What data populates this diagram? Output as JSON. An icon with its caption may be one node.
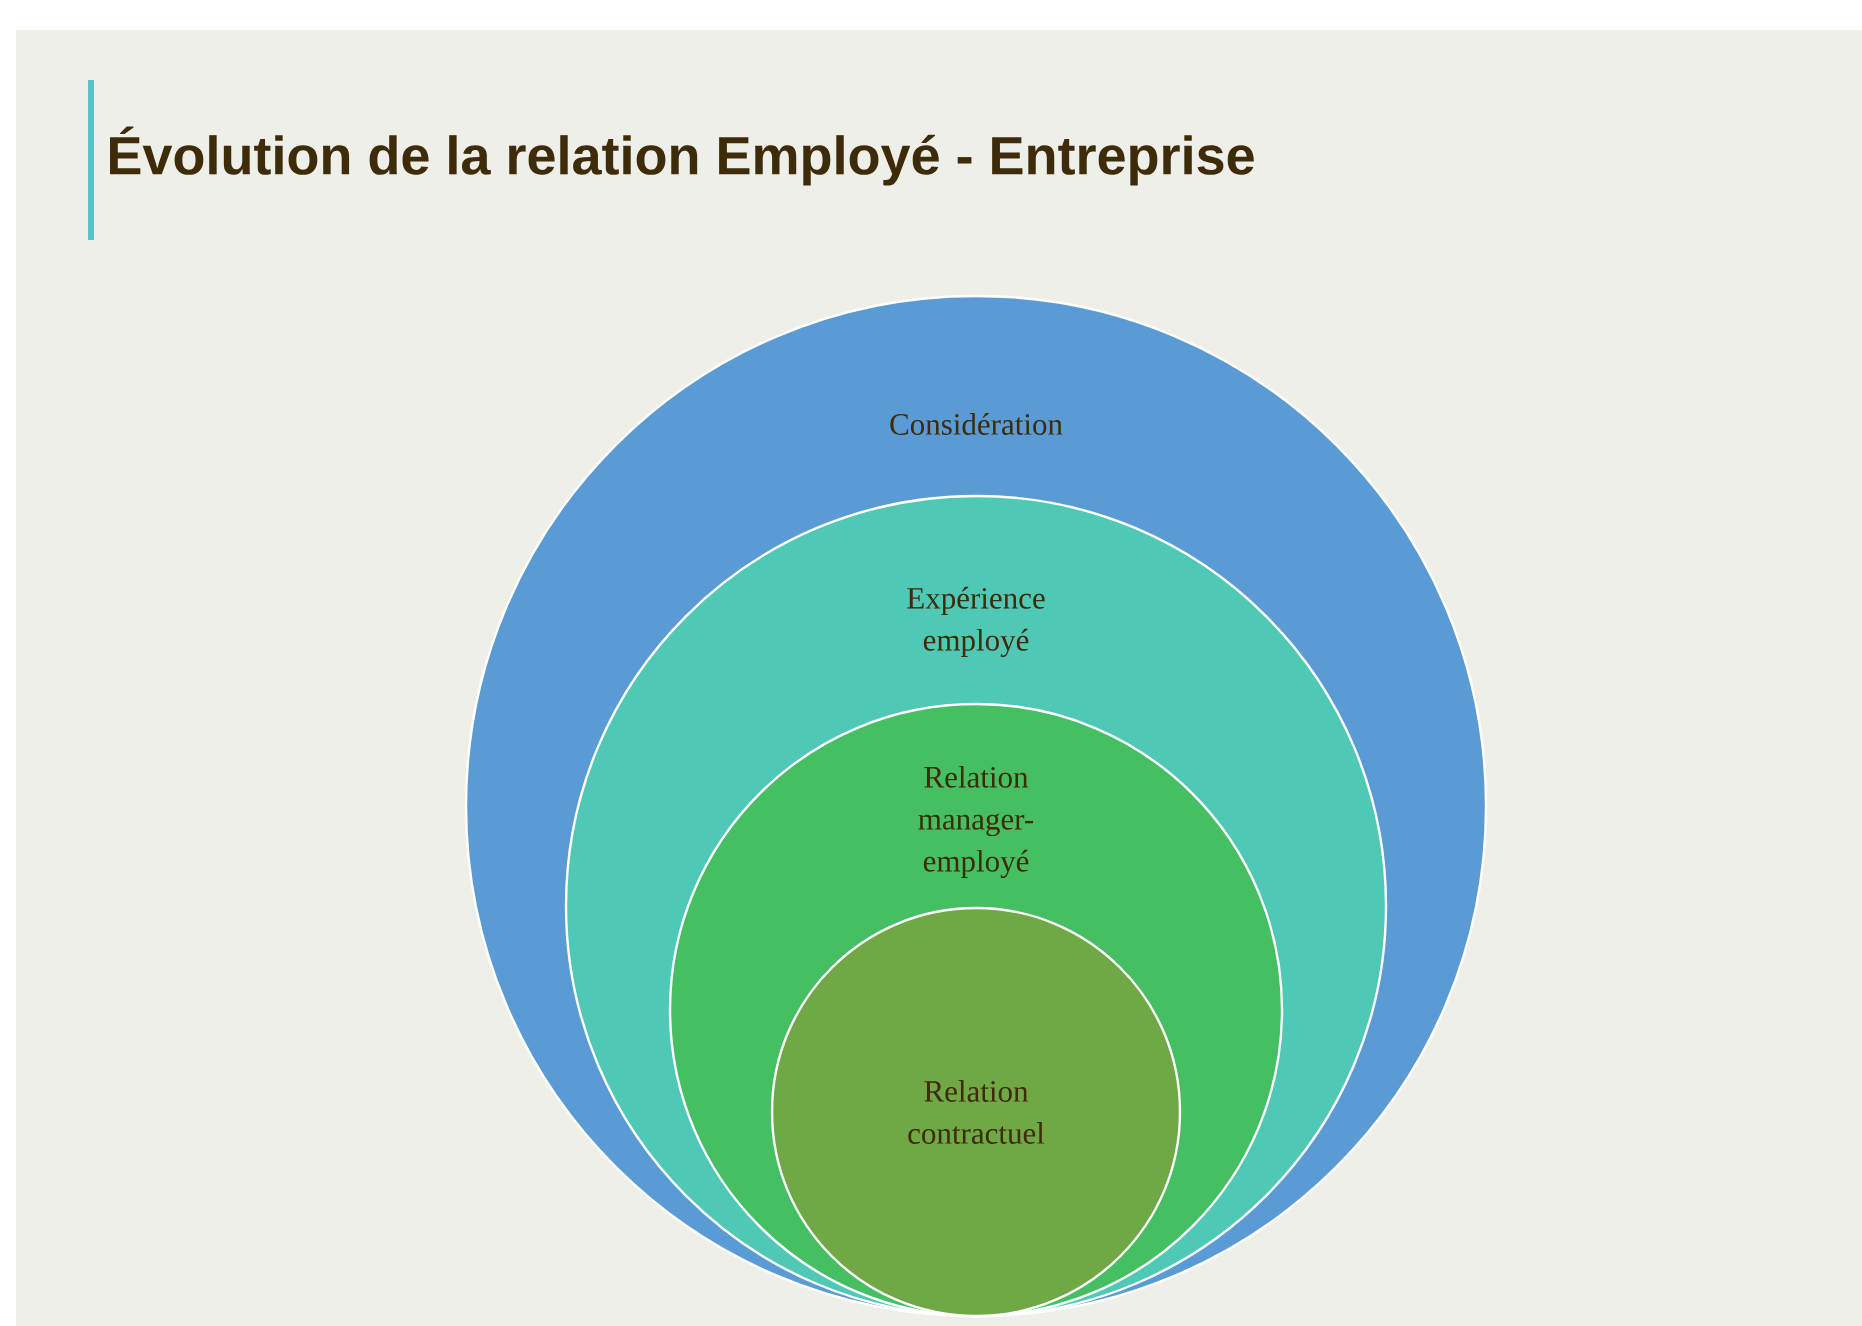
{
  "diagram": {
    "title": "Évolution de la relation Employé - Entreprise",
    "nodes": [
      {
        "text": [
          "Considération"
        ]
      },
      {
        "text": [
          "Expérience employé"
        ],
        "in": 0
      },
      {
        "text": [
          "Relation manager-employé"
        ],
        "in": 1
      },
      {
        "text": [
          "Relation contractuel"
        ],
        "in": 2
      }
    ]
  }
}
